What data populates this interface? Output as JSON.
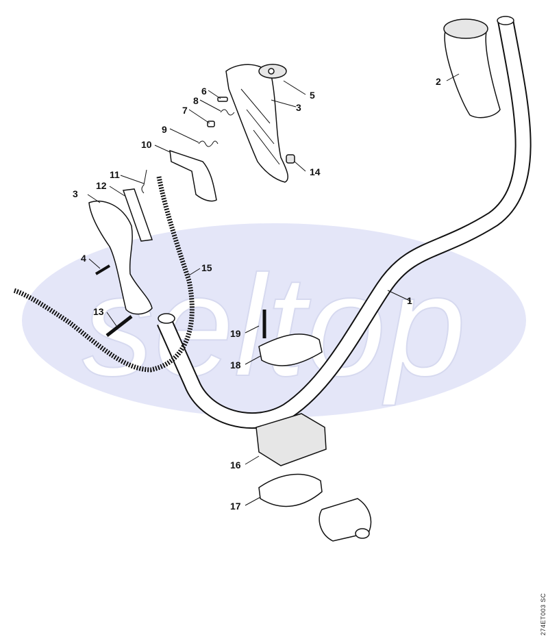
{
  "watermark": {
    "text": "seltop",
    "color": "#e4e6f8"
  },
  "reference_code": "274ET003 SC",
  "callouts": [
    {
      "id": "1",
      "part": "handlebar-tube"
    },
    {
      "id": "2",
      "part": "right-grip"
    },
    {
      "id": "3",
      "part": "control-handle-right-half"
    },
    {
      "id": "3",
      "part": "control-handle-left-half"
    },
    {
      "id": "4",
      "part": "screw"
    },
    {
      "id": "5",
      "part": "cap"
    },
    {
      "id": "6",
      "part": "spring-pin"
    },
    {
      "id": "7",
      "part": "screw"
    },
    {
      "id": "8",
      "part": "torsion-spring"
    },
    {
      "id": "9",
      "part": "torsion-spring"
    },
    {
      "id": "10",
      "part": "throttle-trigger"
    },
    {
      "id": "11",
      "part": "spring"
    },
    {
      "id": "12",
      "part": "interlock-lever"
    },
    {
      "id": "13",
      "part": "screw"
    },
    {
      "id": "14",
      "part": "nut"
    },
    {
      "id": "15",
      "part": "cable-harness-with-hose"
    },
    {
      "id": "16",
      "part": "clamp-body"
    },
    {
      "id": "17",
      "part": "clamp-half-lower"
    },
    {
      "id": "18",
      "part": "clamp-half-upper"
    },
    {
      "id": "19",
      "part": "screw"
    }
  ]
}
